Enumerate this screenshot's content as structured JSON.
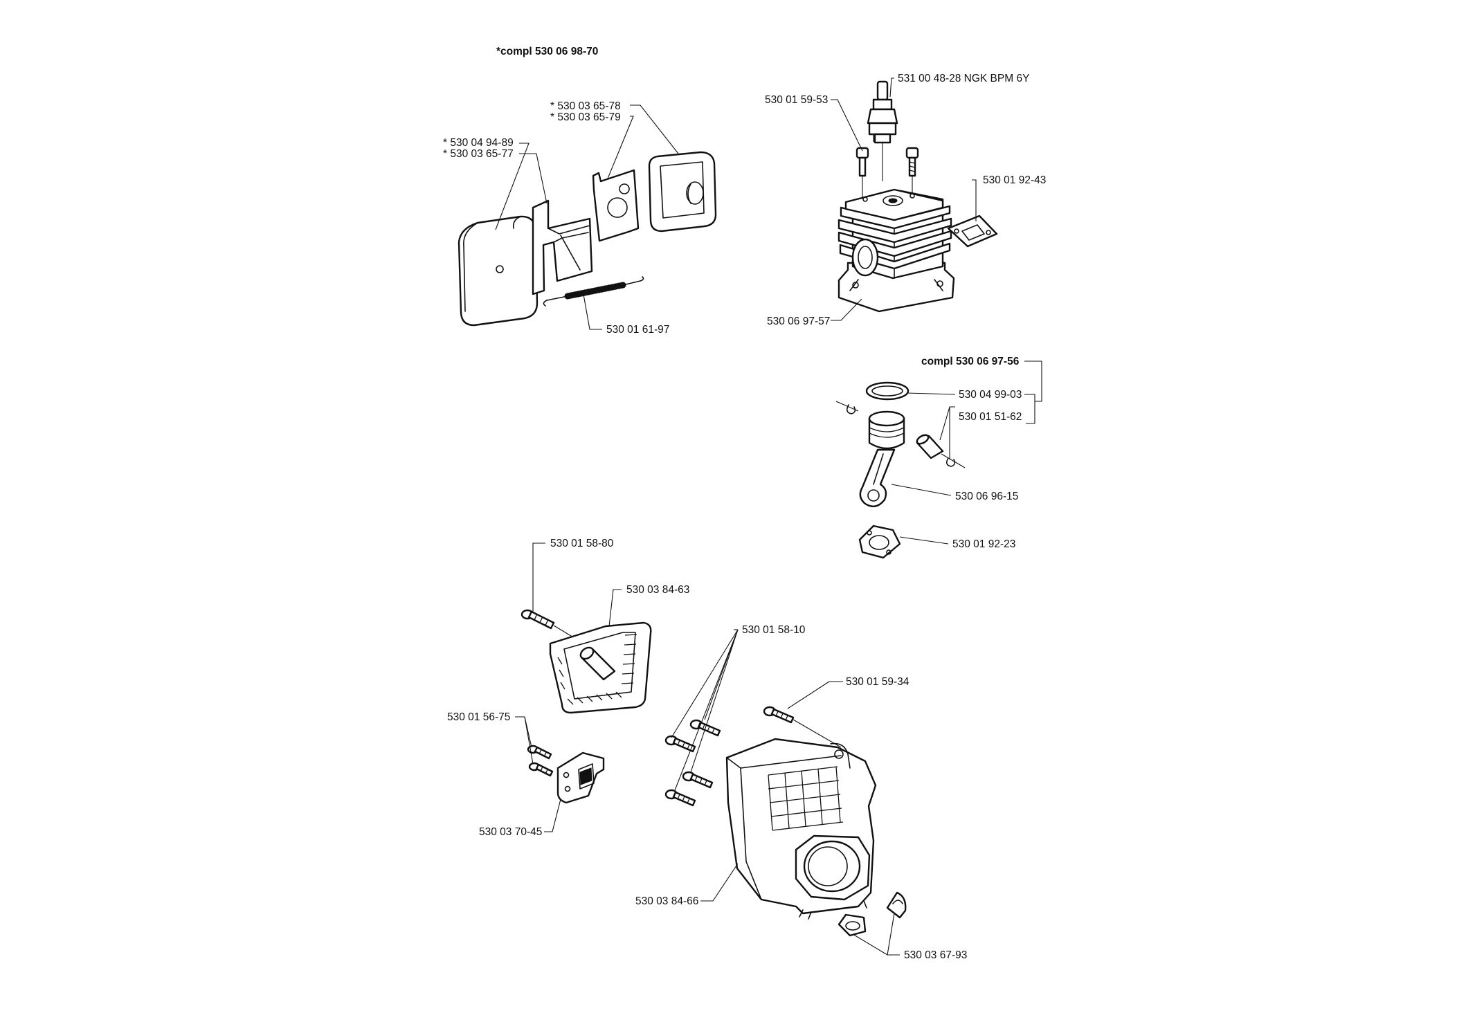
{
  "labels": {
    "air_filter_kit": "*compl 530 06 98-70",
    "filter_holder_a": "* 530 03 65-78",
    "filter_holder_b": "* 530 03 65-79",
    "filter_cover_a": "* 530 04 94-89",
    "filter_cover_b": "* 530 03 65-77",
    "spring": "530 01 61-97",
    "spark_plug": "531 00 48-28 NGK BPM 6Y",
    "cylinder_screw": "530 01 59-53",
    "exhaust_gasket": "530 01 92-43",
    "cylinder": "530 06 97-57",
    "piston_kit": "compl 530 06 97-56",
    "piston_ring": "530 04 99-03",
    "piston_pin": "530 01 51-62",
    "connecting_rod": "530 06 96-15",
    "cylinder_gasket": "530 01 92-23",
    "muffler_screw": "530 01 58-80",
    "muffler_shield": "530 03 84-63",
    "cover_screws": "530 01 58-10",
    "cover_screw_top": "530 01 59-34",
    "bracket_screws": "530 01 56-75",
    "bracket": "530 03 70-45",
    "cylinder_cover": "530 03 84-66",
    "grommet": "530 03 67-93"
  }
}
